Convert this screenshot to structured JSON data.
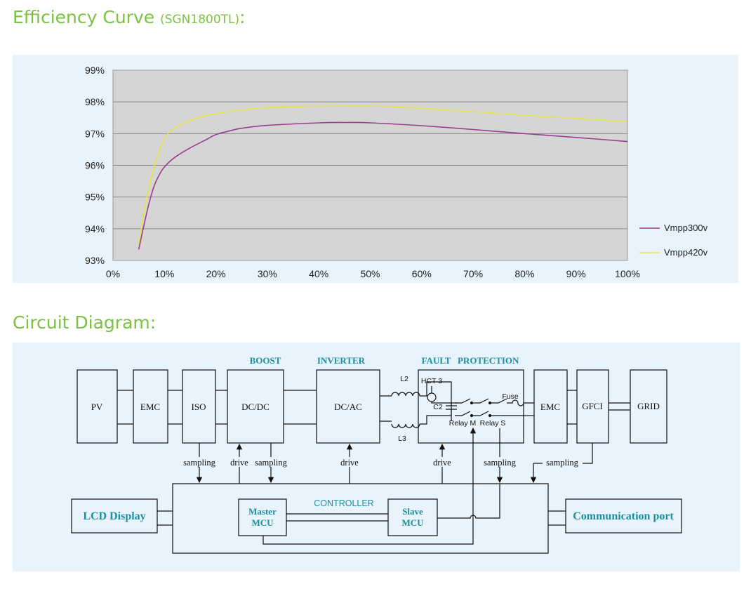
{
  "titles": {
    "efficiency_main": "Efficiency Curve ",
    "efficiency_model": "(SGN1800TL)",
    "efficiency_colon": ":",
    "circuit": "Circuit Diagram:"
  },
  "colors": {
    "title_green": "#7cc242",
    "panel_bg": "#e8f3fb",
    "plot_bg": "#d5d5d5",
    "series_300": "#9b3d8e",
    "series_420": "#e5e34c",
    "teal": "#1a8fa0"
  },
  "chart_data": {
    "type": "line",
    "title": "Efficiency Curve (SGN1800TL)",
    "xlabel": "",
    "ylabel": "",
    "xlim": [
      0,
      100
    ],
    "ylim": [
      93,
      99
    ],
    "x_ticks": [
      "0%",
      "10%",
      "20%",
      "30%",
      "40%",
      "50%",
      "60%",
      "70%",
      "80%",
      "90%",
      "100%"
    ],
    "y_ticks": [
      "93%",
      "94%",
      "95%",
      "96%",
      "97%",
      "98%",
      "99%"
    ],
    "grid": true,
    "legend_position": "right",
    "series": [
      {
        "name": "Vmpp300v",
        "color": "#9b3d8e",
        "x": [
          5,
          6,
          7,
          8,
          9,
          10,
          12,
          15,
          18,
          20,
          23,
          25,
          30,
          40,
          45,
          50,
          60,
          70,
          80,
          90,
          100
        ],
        "y": [
          93.35,
          94.1,
          94.8,
          95.35,
          95.7,
          95.95,
          96.25,
          96.55,
          96.8,
          96.97,
          97.1,
          97.17,
          97.26,
          97.34,
          97.35,
          97.34,
          97.25,
          97.13,
          97.0,
          96.88,
          96.75
        ]
      },
      {
        "name": "Vmpp420v",
        "color": "#e5e34c",
        "x": [
          5,
          6,
          7,
          8,
          9,
          10,
          11,
          12,
          15,
          18,
          20,
          25,
          30,
          40,
          45,
          50,
          55,
          60,
          70,
          80,
          90,
          100
        ],
        "y": [
          93.5,
          94.5,
          95.3,
          95.95,
          96.45,
          96.85,
          97.05,
          97.17,
          97.42,
          97.57,
          97.63,
          97.75,
          97.82,
          97.86,
          97.87,
          97.87,
          97.84,
          97.8,
          97.69,
          97.58,
          97.48,
          97.38
        ]
      }
    ]
  },
  "diagram": {
    "section_labels": {
      "boost": "BOOST",
      "inverter": "INVERTER",
      "fault": "FAULT   PROTECTION"
    },
    "blocks": {
      "pv": "PV",
      "emc1": "EMC",
      "iso": "ISO",
      "dcdc": "DC/DC",
      "dcac": "DC/AC",
      "emc2": "EMC",
      "gfci": "GFCI",
      "grid": "GRID"
    },
    "protection": {
      "hct": "HCT 3",
      "c2": "C2",
      "fuse": "Fuse",
      "relay_m": "Relay M",
      "relay_s": "Relay S"
    },
    "inductors": {
      "l2": "L2",
      "l3": "L3"
    },
    "signals": {
      "sampling_iso": "sampling",
      "drive_dcdc": "drive",
      "sampling_dcdc": "sampling",
      "drive_dcac": "drive",
      "drive_fault": "drive",
      "sampling_relay": "sampling",
      "sampling_gfci": "sampling"
    },
    "controller": {
      "title": "CONTROLLER",
      "master_line1": "Master",
      "master_line2": "MCU",
      "slave_line1": "Slave",
      "slave_line2": "MCU"
    },
    "lcd": "LCD Display",
    "comm": "Communication port"
  }
}
